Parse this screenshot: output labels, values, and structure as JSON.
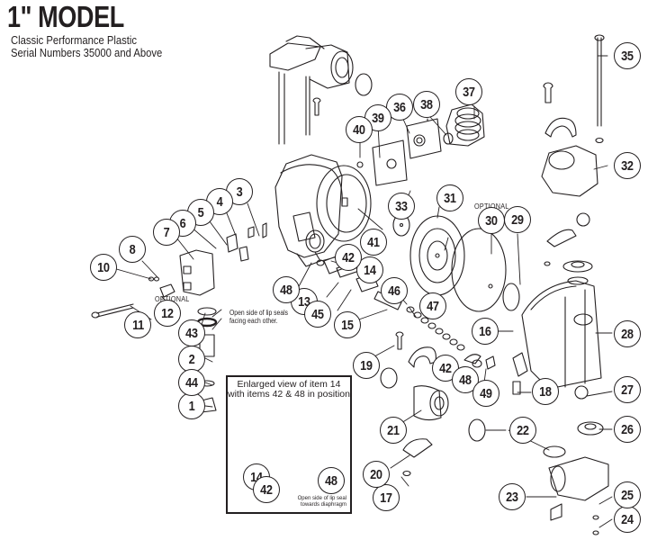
{
  "header": {
    "title": "1\" MODEL",
    "subtitle_line1": "Classic Performance Plastic",
    "subtitle_line2": "Serial Numbers 35000 and Above"
  },
  "labels": {
    "optional_air_valve": "OPTIONAL",
    "optional_diaphragm": "OPTIONAL",
    "lip_seal_note_line1": "Open side of lip seals",
    "lip_seal_note_line2": "facing each other."
  },
  "inset": {
    "title_line1": "Enlarged view of item 14",
    "title_line2": "with items 42 & 48 in position",
    "note_line1": "Open side of lip seal",
    "note_line2": "towards diaphragm",
    "callouts": [
      "14",
      "42",
      "48"
    ]
  },
  "callouts": [
    {
      "id": "1",
      "label": "1"
    },
    {
      "id": "2",
      "label": "2"
    },
    {
      "id": "3",
      "label": "3"
    },
    {
      "id": "4",
      "label": "4"
    },
    {
      "id": "5",
      "label": "5"
    },
    {
      "id": "6",
      "label": "6"
    },
    {
      "id": "7",
      "label": "7"
    },
    {
      "id": "8",
      "label": "8"
    },
    {
      "id": "10",
      "label": "10"
    },
    {
      "id": "11",
      "label": "11"
    },
    {
      "id": "12",
      "label": "12"
    },
    {
      "id": "13",
      "label": "13"
    },
    {
      "id": "14",
      "label": "14"
    },
    {
      "id": "15",
      "label": "15"
    },
    {
      "id": "16",
      "label": "16"
    },
    {
      "id": "17",
      "label": "17"
    },
    {
      "id": "18",
      "label": "18"
    },
    {
      "id": "19",
      "label": "19"
    },
    {
      "id": "20",
      "label": "20"
    },
    {
      "id": "21",
      "label": "21"
    },
    {
      "id": "22",
      "label": "22"
    },
    {
      "id": "23",
      "label": "23"
    },
    {
      "id": "24",
      "label": "24"
    },
    {
      "id": "25",
      "label": "25"
    },
    {
      "id": "26",
      "label": "26"
    },
    {
      "id": "27",
      "label": "27"
    },
    {
      "id": "28",
      "label": "28"
    },
    {
      "id": "29",
      "label": "29"
    },
    {
      "id": "30",
      "label": "30"
    },
    {
      "id": "31",
      "label": "31"
    },
    {
      "id": "32",
      "label": "32"
    },
    {
      "id": "33",
      "label": "33"
    },
    {
      "id": "35",
      "label": "35"
    },
    {
      "id": "36",
      "label": "36"
    },
    {
      "id": "37",
      "label": "37"
    },
    {
      "id": "38",
      "label": "38"
    },
    {
      "id": "39",
      "label": "39"
    },
    {
      "id": "40",
      "label": "40"
    },
    {
      "id": "41",
      "label": "41"
    },
    {
      "id": "42",
      "label": "42"
    },
    {
      "id": "42b",
      "label": "42"
    },
    {
      "id": "43",
      "label": "43"
    },
    {
      "id": "44",
      "label": "44"
    },
    {
      "id": "45",
      "label": "45"
    },
    {
      "id": "46",
      "label": "46"
    },
    {
      "id": "47",
      "label": "47"
    },
    {
      "id": "48",
      "label": "48"
    },
    {
      "id": "48b",
      "label": "48"
    },
    {
      "id": "49",
      "label": "49"
    }
  ]
}
